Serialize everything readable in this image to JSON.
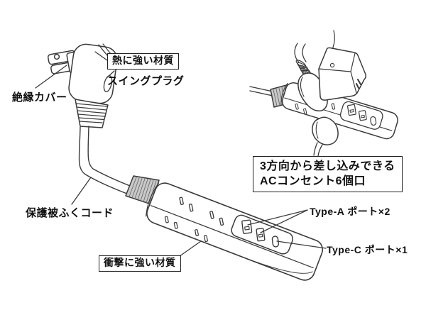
{
  "colors": {
    "background": "#ffffff",
    "line": "#3a3a3a",
    "text": "#111111",
    "box_border": "#222222",
    "connector_fill": "#c9c9c9"
  },
  "labels": {
    "insulation_cover": "絶縁カバー",
    "heat_resistant": "熱に強い材質",
    "swing_plug": "スイングプラグ",
    "protective_cord": "保護被ふくコード",
    "shock_resistant": "衝撃に強い材質",
    "outlet_callout_line1": "3方向から差し込みできる",
    "outlet_callout_line2": "ACコンセント6個口",
    "type_a_port": "Type-A ポート×2",
    "type_c_port": "Type-C ポート×1"
  }
}
